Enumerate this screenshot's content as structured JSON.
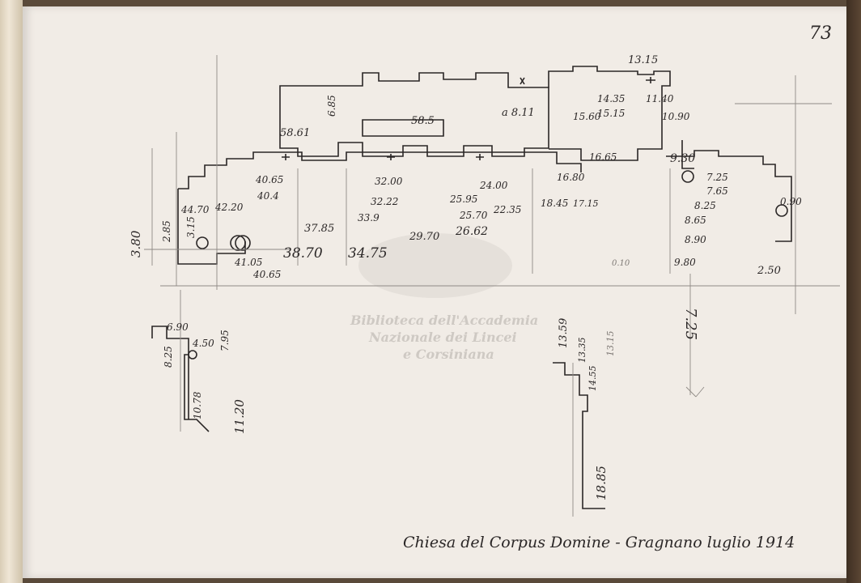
{
  "page_number": "73",
  "caption": "Chiesa del Corpus Domine - Gragnano luglio 1914",
  "watermark": {
    "line1": "Biblioteca dell'Accademia",
    "line2": "Nazionale dei Lincei",
    "line3": "e Corsiniana"
  },
  "plan_measurements": [
    "13.15",
    "58.61",
    "58.5",
    "a 8.11",
    "6.85",
    "14.35",
    "11.40",
    "10.90",
    "15.15",
    "15.60",
    "16.65",
    "9.30",
    "16.80",
    "7.25",
    "7.65",
    "8.25",
    "8.65",
    "8.90",
    "9.80",
    "40.65",
    "40.4",
    "44.70",
    "42.20",
    "3.15",
    "2.85",
    "37.85",
    "38.70",
    "34.75",
    "33.9",
    "29.70",
    "26.62",
    "18.45",
    "17.15",
    "22.35",
    "24.00",
    "25.95",
    "25.70",
    "32.00",
    "32.22",
    "41.05",
    "40.65",
    "0.90",
    "2.50",
    "3.80",
    "7.25",
    "13.15",
    "0.10"
  ],
  "detail_measurements": [
    "6.90",
    "4.50",
    "8.25",
    "7.95",
    "10.78",
    "11.20",
    "13.59",
    "13.35",
    "14.55",
    "18.85"
  ]
}
